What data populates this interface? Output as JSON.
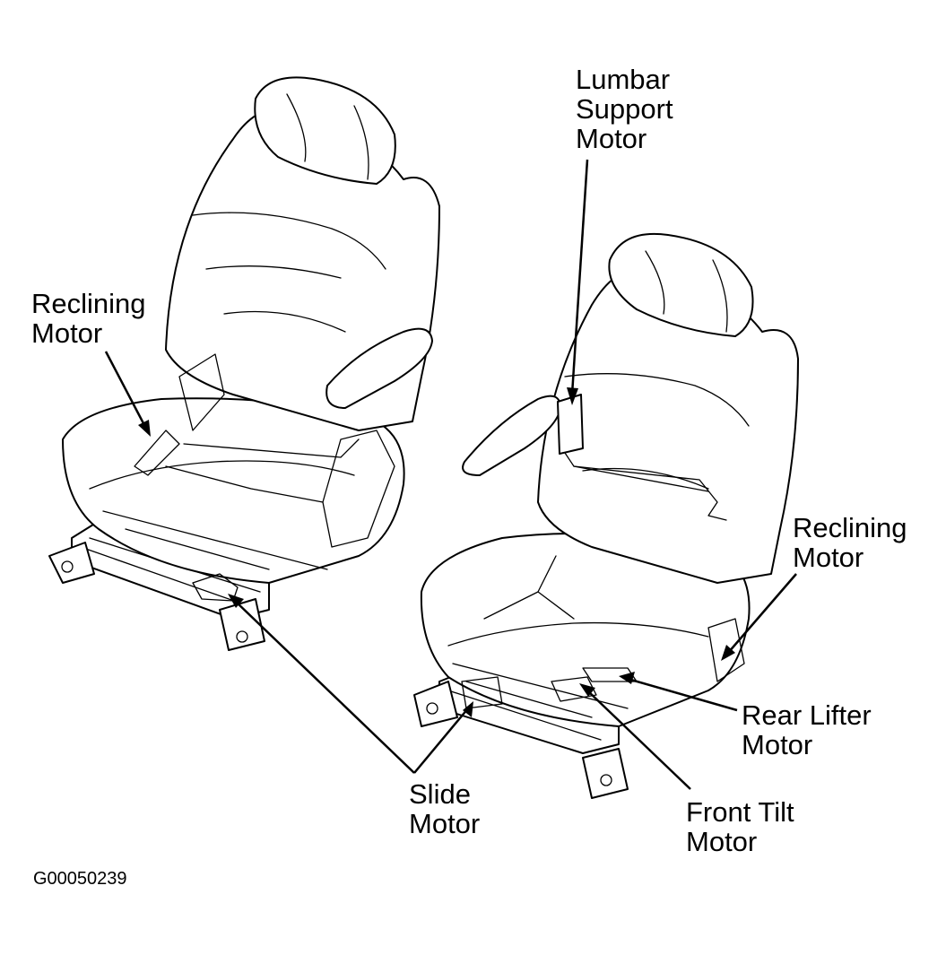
{
  "labels": {
    "lumbar": [
      "Lumbar",
      "Support",
      "Motor"
    ],
    "reclining_left": [
      "Reclining",
      "Motor"
    ],
    "reclining_right": [
      "Reclining",
      "Motor"
    ],
    "rear_lifter": [
      "Rear Lifter",
      "Motor"
    ],
    "slide": [
      "Slide",
      "Motor"
    ],
    "front_tilt": [
      "Front Tilt",
      "Motor"
    ]
  },
  "figure_code": "G00050239"
}
